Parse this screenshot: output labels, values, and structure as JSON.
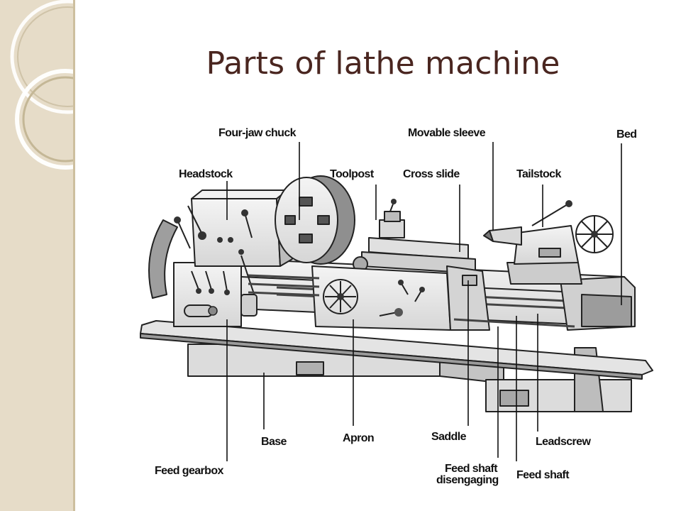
{
  "slide": {
    "title": "Parts of lathe machine"
  },
  "diagram": {
    "labels": {
      "four_jaw_chuck": "Four-jaw chuck",
      "movable_sleeve": "Movable sleeve",
      "bed": "Bed",
      "headstock": "Headstock",
      "toolpost": "Toolpost",
      "cross_slide": "Cross slide",
      "tailstock": "Tailstock",
      "base": "Base",
      "apron": "Apron",
      "saddle": "Saddle",
      "leadscrew": "Leadscrew",
      "feed_gearbox": "Feed gearbox",
      "feed_shaft_disengaging_line1": "Feed shaft",
      "feed_shaft_disengaging_line2": "disengaging",
      "feed_shaft": "Feed shaft"
    }
  },
  "colors": {
    "title": "#4a2620",
    "side_band": "#e6dcc8",
    "machine_light": "#eeeeee",
    "machine_mid": "#c8c8c8",
    "machine_dark": "#8a8a8a"
  }
}
